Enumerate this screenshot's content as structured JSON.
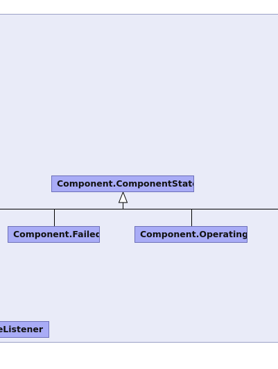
{
  "diagram": {
    "classes": {
      "component_state": "Component.ComponentState",
      "failed": "Component.Failed",
      "operating": "Component.Operating",
      "listener_partial": "eListener"
    },
    "relations": [
      {
        "type": "generalization",
        "from": "Component.Failed",
        "to": "Component.ComponentState"
      },
      {
        "type": "generalization",
        "from": "Component.Operating",
        "to": "Component.ComponentState"
      }
    ],
    "colors": {
      "canvas_background": "#e9ebf8",
      "class_fill": "#a9acf6",
      "class_border": "#6c6fb8",
      "connector": "#000000"
    }
  }
}
